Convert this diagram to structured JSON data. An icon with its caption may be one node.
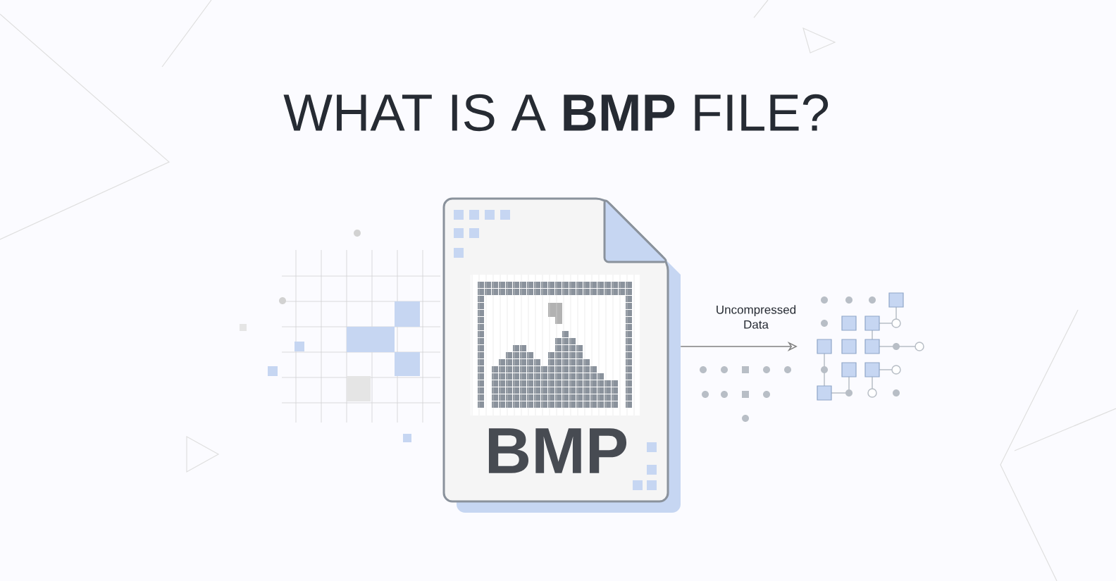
{
  "diagram": {
    "title": "WHAT IS A **BMP** FILE?",
    "nodes": [
      {
        "text": [
          "BMP"
        ]
      },
      {
        "text": [],
        "shape": "picture"
      }
    ],
    "edges": [
      {
        "from": 0,
        "to": 1,
        "arrow": "to",
        "label": "Uncompressed Data"
      }
    ]
  }
}
